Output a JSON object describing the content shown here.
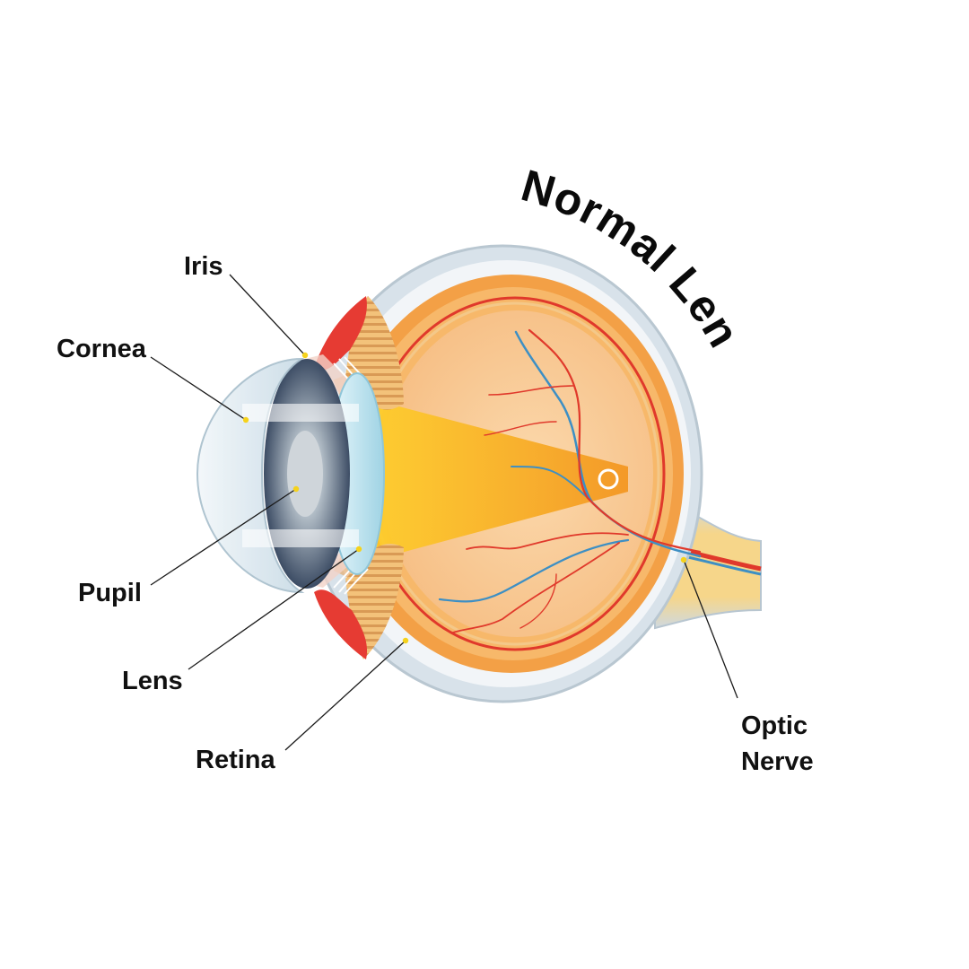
{
  "title": "Normal Lens",
  "labels": {
    "iris": "Iris",
    "cornea": "Cornea",
    "pupil": "Pupil",
    "lens": "Lens",
    "retina": "Retina",
    "optic_nerve_line1": "Optic",
    "optic_nerve_line2": "Nerve"
  },
  "colors": {
    "sclera": "#cdd9e3",
    "choroid": "#f3a046",
    "retina_red": "#e0392b",
    "vitreous": "#f7c794",
    "light_beam": "#ffc21c",
    "iris_red": "#e63b33",
    "cornea": "#dcecf5",
    "lens": "#b9e2ef",
    "marker_dot": "#f5d21c"
  }
}
